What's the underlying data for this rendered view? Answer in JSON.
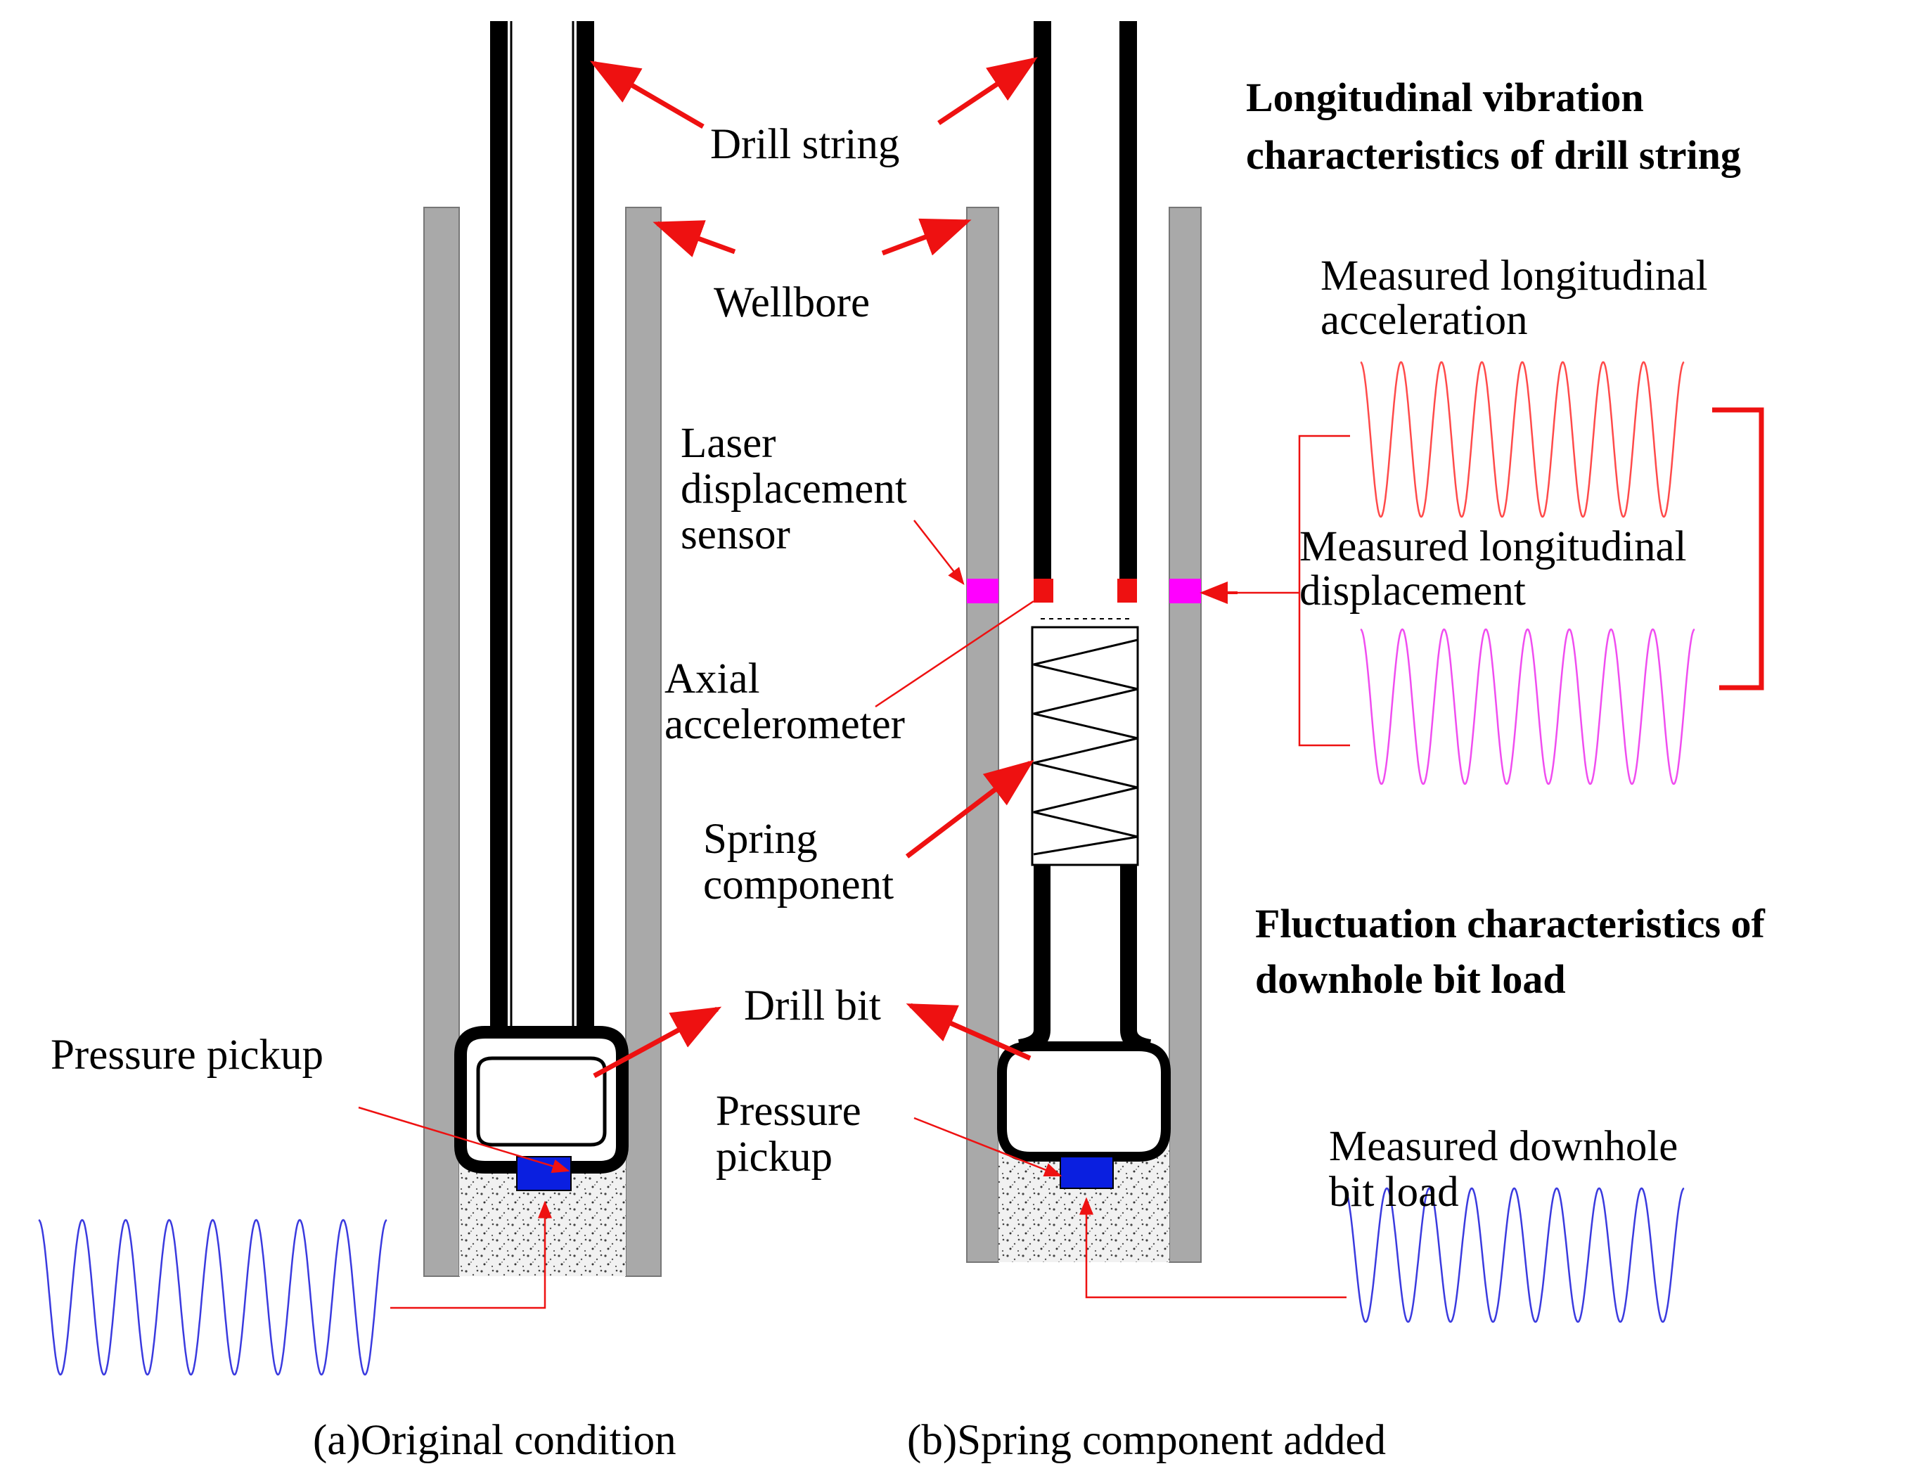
{
  "labels": {
    "drill_string": "Drill string",
    "wellbore": "Wellbore",
    "laser_sensor": [
      "Laser",
      "displacement",
      "sensor"
    ],
    "axial_accelerometer": [
      "Axial",
      "accelerometer"
    ],
    "spring_component": [
      "Spring",
      "component"
    ],
    "drill_bit": "Drill bit",
    "pressure_pickup_a": "Pressure pickup",
    "pressure_pickup_b": [
      "Pressure",
      "pickup"
    ]
  },
  "headings": {
    "longitudinal": [
      "Longitudinal vibration",
      "characteristics of drill string"
    ],
    "fluctuation": [
      "Fluctuation characteristics of",
      "downhole bit load"
    ]
  },
  "signals": {
    "acceleration": [
      "Measured longitudinal",
      "acceleration"
    ],
    "displacement": [
      "Measured longitudinal",
      "displacement"
    ],
    "bit_load": [
      "Measured downhole",
      "bit load"
    ]
  },
  "captions": {
    "a": "(a)Original condition",
    "b": "(b)Spring component added"
  },
  "colors": {
    "arrow": "#ee1111",
    "wellbore": "#a9a9a9",
    "sensor": "#ff00ff",
    "accelerometer": "#ee1111",
    "pressure": "#0a1fe0",
    "acc_wave": "#ff4a4a",
    "disp_wave": "#f04df0",
    "load_wave": "#3a3adf"
  }
}
